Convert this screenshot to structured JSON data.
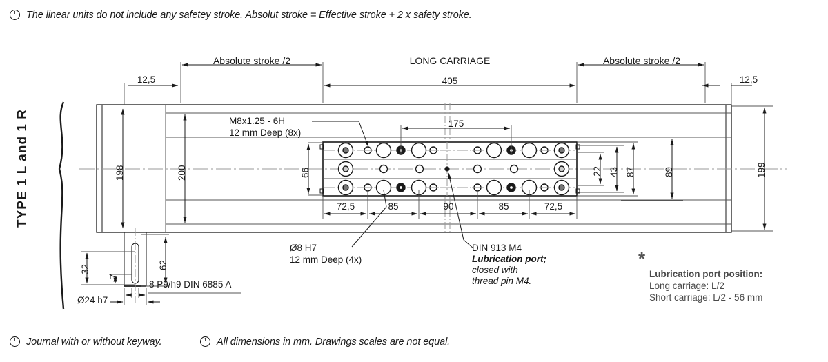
{
  "title_block": {
    "type_label": "TYPE 1 L and 1 R"
  },
  "top_note": {
    "icon": "info-circle-icon",
    "text": "The linear units do not include any safetey stroke. Absolut stroke = Effective stroke + 2 x safety stroke."
  },
  "bottom_notes": [
    {
      "icon": "info-circle-icon",
      "text": "Journal with or without keyway."
    },
    {
      "icon": "info-circle-icon",
      "text": "All dimensions in mm. Drawings scales are not equal."
    }
  ],
  "top_dimensions": {
    "left_end": "12,5",
    "left_stroke": "Absolute stroke /2",
    "carriage_title": "LONG CARRIAGE",
    "carriage_length": "405",
    "right_stroke": "Absolute stroke /2",
    "right_end": "12,5"
  },
  "left_dimensions": {
    "body_height": "198",
    "rail_span": "200",
    "carriage_height": "66"
  },
  "right_dimensions": {
    "d22": "22",
    "d43": "43",
    "d87": "87",
    "d89": "89",
    "d199": "199"
  },
  "inner_dimensions": {
    "hole_pitch": "175",
    "chain": [
      "72,5",
      "85",
      "90",
      "85",
      "72,5"
    ]
  },
  "callouts": {
    "thread": {
      "line1": "M8x1.25 - 6H",
      "line2": "12 mm Deep (8x)"
    },
    "dowel": {
      "line1": "Ø8 H7",
      "line2": "12 mm Deep (4x)"
    },
    "lube": {
      "line1": "DIN 913 M4",
      "line2": "Lubrication port;",
      "line3": "closed with",
      "line4": "thread pin M4."
    }
  },
  "shaft_detail": {
    "d32": "32",
    "d7": "7",
    "d62": "62",
    "keyway": "8 P9/h9 DIN 6885 A",
    "diameter": "Ø24 h7"
  },
  "footnote": {
    "marker": "*",
    "heading": "Lubrication port position:",
    "line1": "Long carriage: L/2",
    "line2": "Short carriage: L/2 - 56 mm"
  },
  "colors": {
    "line": "#1a1a1a",
    "thin": "#555555",
    "center": "#9a9a9a",
    "text": "#1a1a1a"
  }
}
